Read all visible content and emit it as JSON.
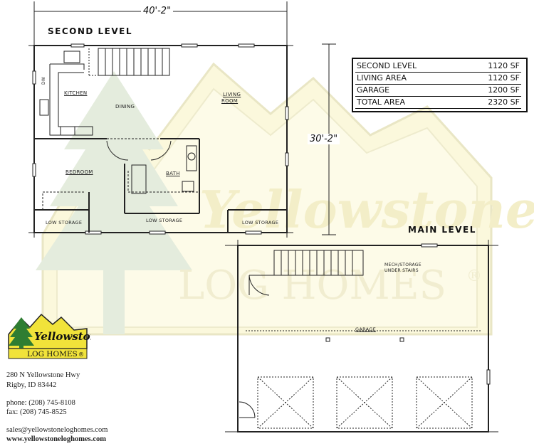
{
  "plan": {
    "top_dimension": "40'-2\"",
    "side_dimension": "30'-2\"",
    "second_level_title": "SECOND LEVEL",
    "main_level_title": "MAIN LEVEL",
    "rooms": {
      "kitchen": "KITCHEN",
      "dining": "DINING",
      "living_line1": "LIVING",
      "living_line2": "ROOM",
      "dw": "DW",
      "bedroom": "BEDROOM",
      "bath": "BATH",
      "low_storage_left": "LOW STORAGE",
      "low_storage_mid": "LOW STORAGE",
      "low_storage_right": "LOW STORAGE",
      "mech_line1": "MECH/STORAGE",
      "mech_line2": "UNDER STAIRS",
      "garage": "GARAGE"
    }
  },
  "area_table": {
    "rows": [
      {
        "label": "SECOND LEVEL",
        "value": "1120 SF"
      },
      {
        "label": "LIVING AREA",
        "value": "1120 SF"
      },
      {
        "label": "GARAGE",
        "value": "1200 SF"
      },
      {
        "label": "TOTAL AREA",
        "value": "2320 SF"
      }
    ]
  },
  "logo": {
    "text_top": "Yellowstone",
    "text_bottom": "LOG HOMES",
    "registered": "®"
  },
  "watermark": {
    "text_top": "Yellowstone",
    "text_bottom": "LOG HOMES"
  },
  "contact": {
    "address_line1": "280 N Yellowstone Hwy",
    "address_line2": "Rigby, ID 83442",
    "phone": "phone: (208) 745-8108",
    "fax": "fax: (208) 745-8525",
    "email": "sales@yellowstoneloghomes.com",
    "website": "www.yellowstoneloghomes.com"
  },
  "colors": {
    "logo_yellow": "#f1e33a",
    "logo_green": "#2e7d32",
    "watermark_yellow": "#faf6d6",
    "watermark_green": "#dfe9d6",
    "line": "#222222"
  }
}
